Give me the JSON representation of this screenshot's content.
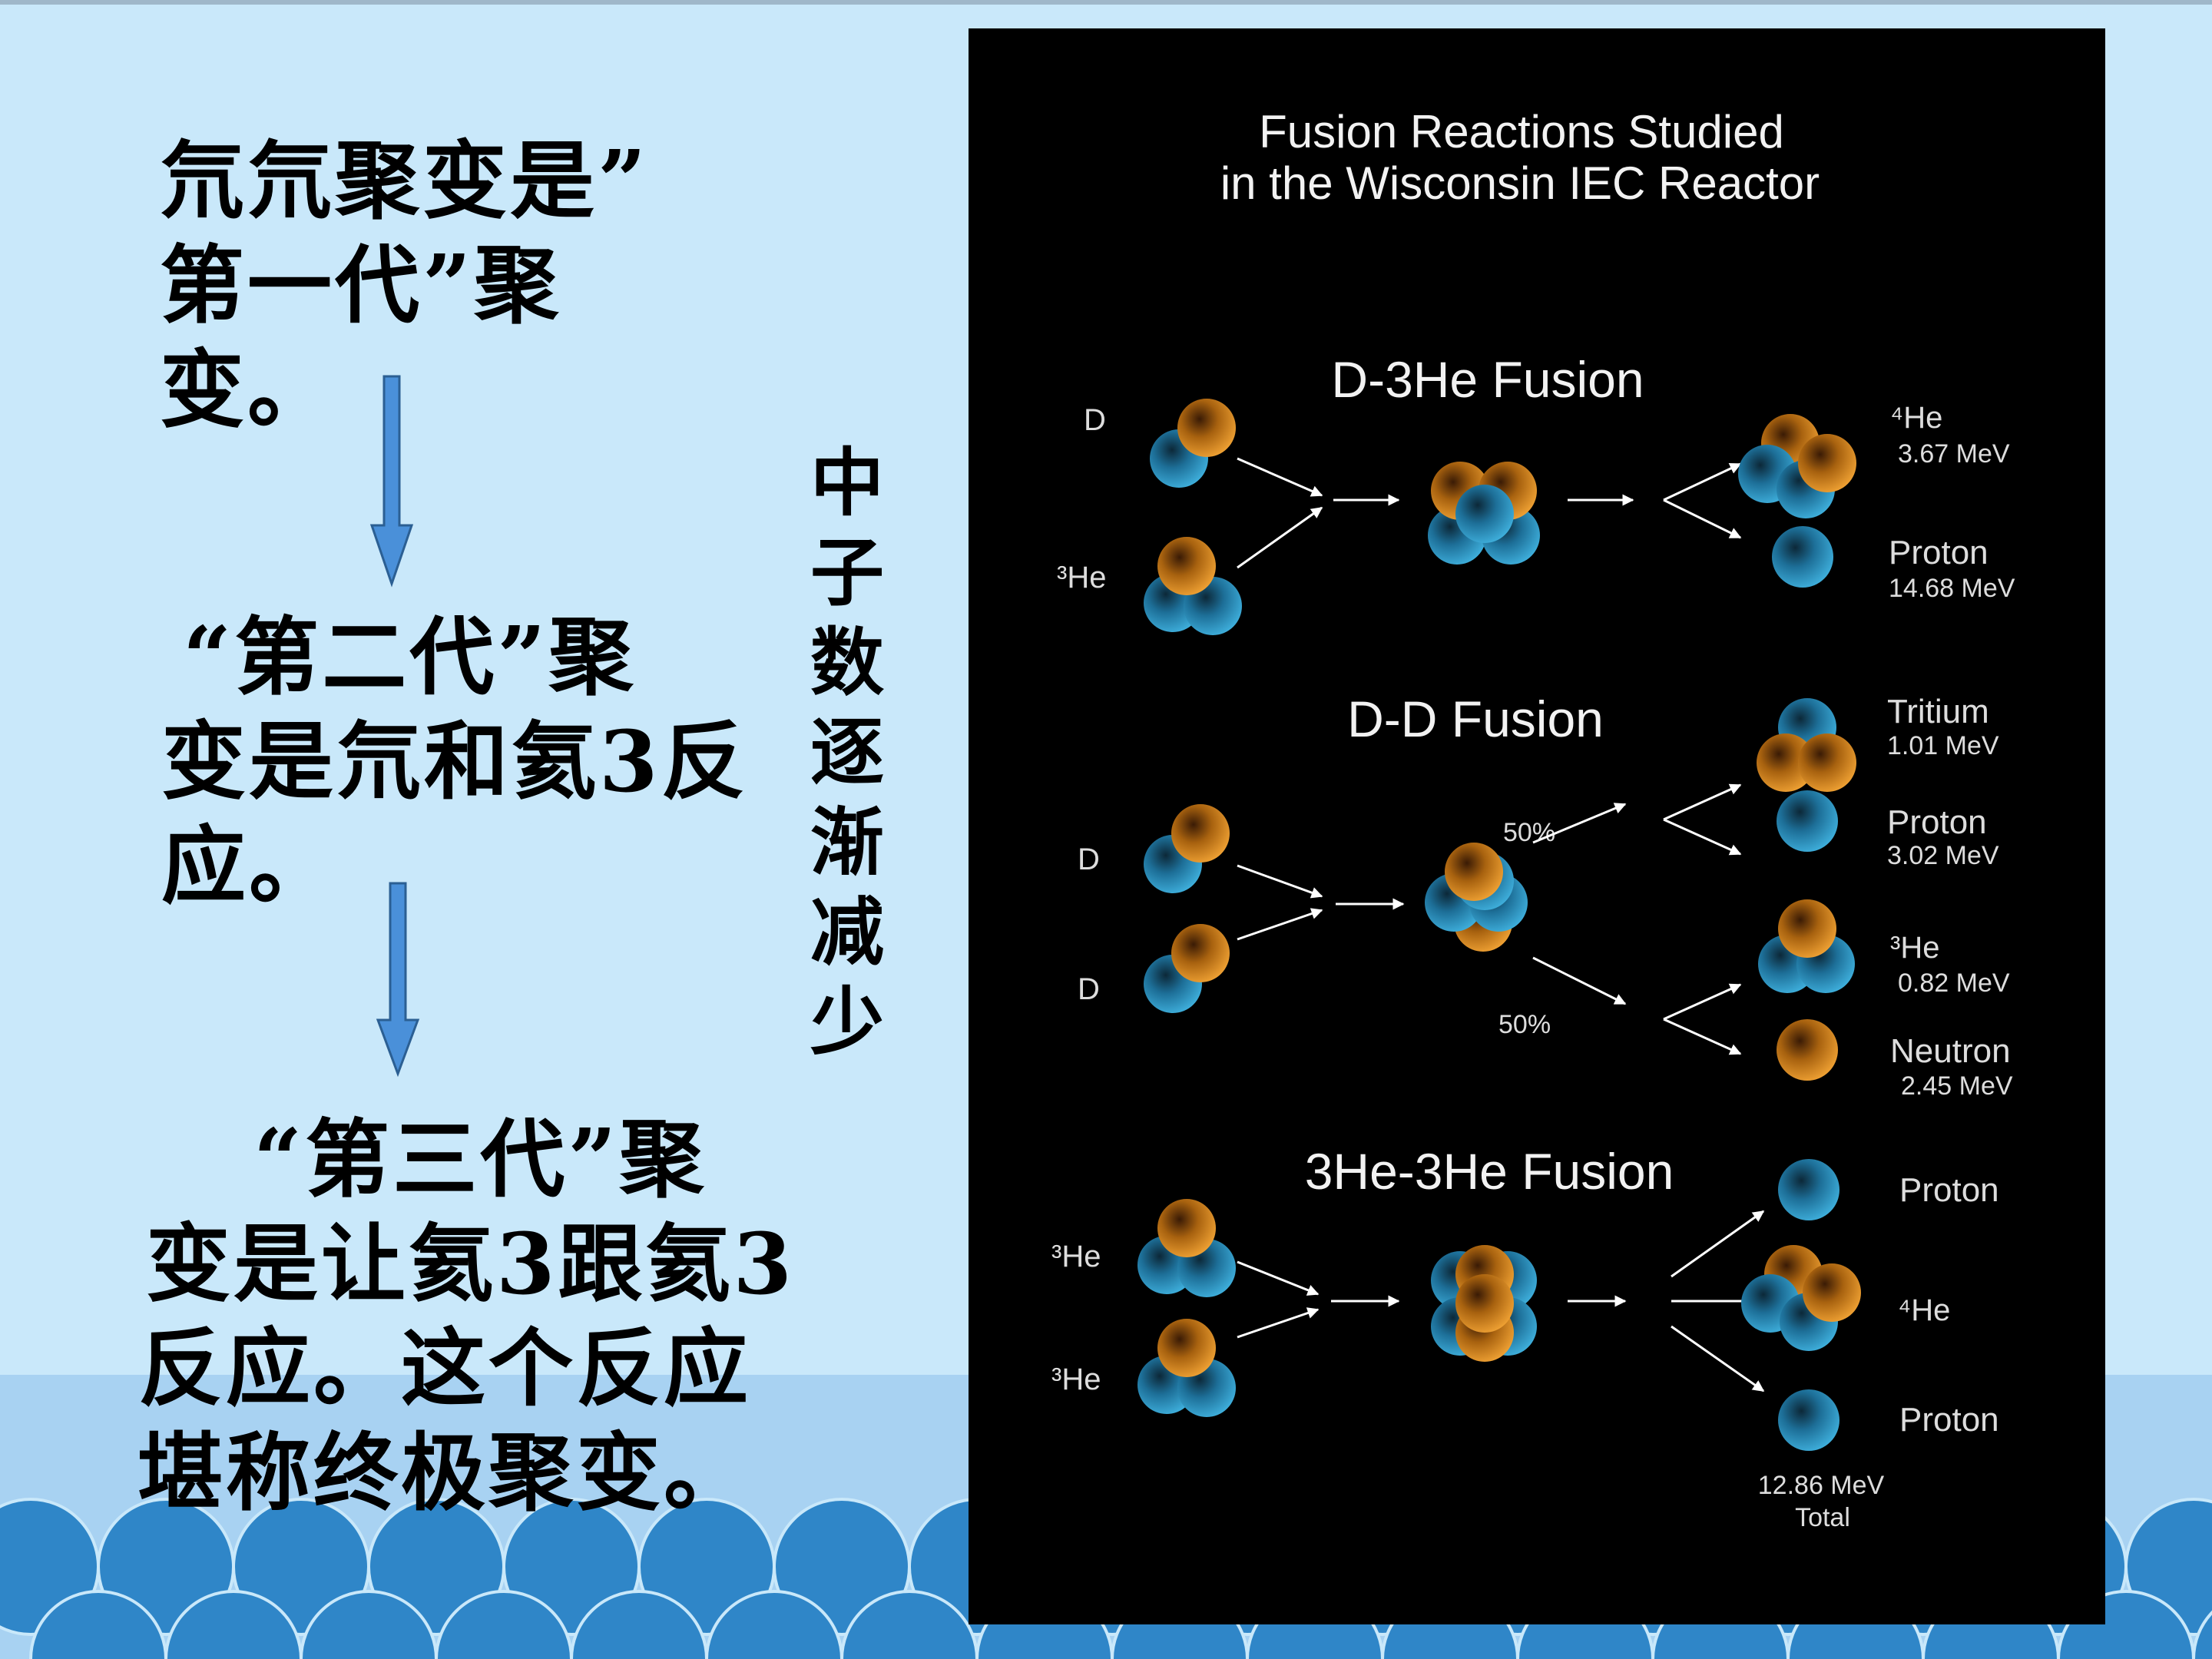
{
  "slide": {
    "background_color": "#c9e8fa",
    "wave_color": "#2f86c8",
    "arrow_color": "#4a90d9",
    "left_text": {
      "gen1": [
        "氘氘聚变是”",
        "第一代”聚",
        "变。"
      ],
      "gen2": [
        "“第二代”聚",
        "变是氘和氦3反",
        "应。"
      ],
      "gen3": [
        "“第三代”聚",
        "变是让氦3跟氦3",
        "反应。这个反应",
        "堪称终极聚变。"
      ]
    },
    "vertical_note": [
      "中",
      "子",
      "数",
      "逐",
      "渐",
      "减",
      "少"
    ]
  },
  "diagram": {
    "title_line1": "Fusion Reactions Studied",
    "title_line2": "in the Wisconsin IEC Reactor",
    "panel_color": "#000000",
    "proton_color": "#2a93c4",
    "neutron_color": "#d98a1c",
    "section1": {
      "title": "D-3He Fusion",
      "input1": "D",
      "input2": "³He",
      "product1_name": "⁴He",
      "product1_energy": "3.67 MeV",
      "product2_name": "Proton",
      "product2_energy": "14.68 MeV"
    },
    "section2": {
      "title": "D-D Fusion",
      "input1": "D",
      "input2": "D",
      "branch1_pct": "50%",
      "branch2_pct": "50%",
      "product1_name": "Tritium",
      "product1_energy": "1.01 MeV",
      "product2_name": "Proton",
      "product2_energy": "3.02 MeV",
      "product3_name": "³He",
      "product3_energy": "0.82 MeV",
      "product4_name": "Neutron",
      "product4_energy": "2.45 MeV"
    },
    "section3": {
      "title": "3He-3He Fusion",
      "input1": "³He",
      "input2": "³He",
      "product1_name": "Proton",
      "product2_name": "⁴He",
      "product3_name": "Proton",
      "total_energy": "12.86 MeV",
      "total_label": "Total"
    }
  }
}
